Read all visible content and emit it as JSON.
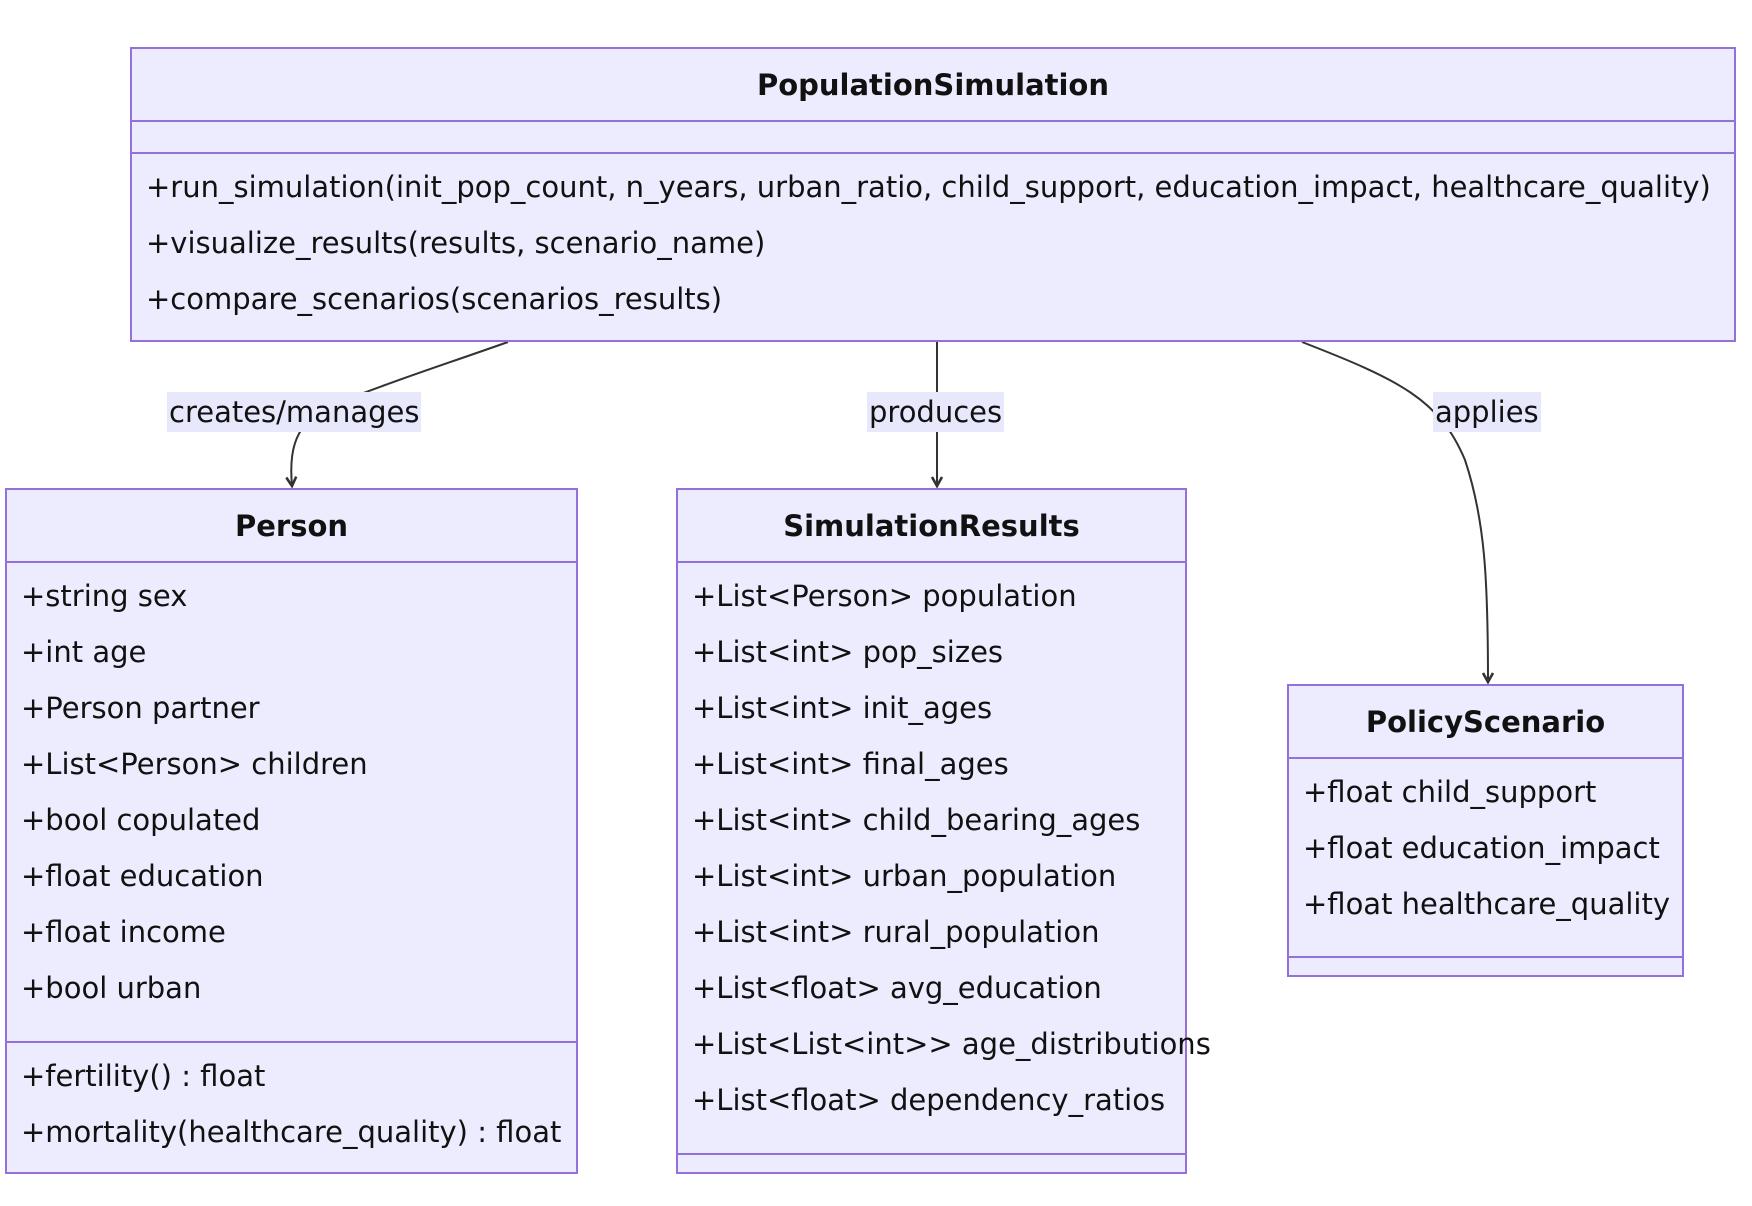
{
  "classes": {
    "population_simulation": {
      "name": "PopulationSimulation",
      "attributes": [],
      "methods": [
        "+run_simulation(init_pop_count, n_years, urban_ratio, child_support, education_impact, healthcare_quality)",
        "+visualize_results(results, scenario_name)",
        "+compare_scenarios(scenarios_results)"
      ]
    },
    "person": {
      "name": "Person",
      "attributes": [
        "+string sex",
        "+int age",
        "+Person partner",
        "+List<Person> children",
        "+bool copulated",
        "+float education",
        "+float income",
        "+bool urban"
      ],
      "methods": [
        "+fertility() : float",
        "+mortality(healthcare_quality) : float"
      ]
    },
    "simulation_results": {
      "name": "SimulationResults",
      "attributes": [
        "+List<Person> population",
        "+List<int> pop_sizes",
        "+List<int> init_ages",
        "+List<int> final_ages",
        "+List<int> child_bearing_ages",
        "+List<int> urban_population",
        "+List<int> rural_population",
        "+List<float> avg_education",
        "+List<List<int>> age_distributions",
        "+List<float> dependency_ratios"
      ],
      "methods": []
    },
    "policy_scenario": {
      "name": "PolicyScenario",
      "attributes": [
        "+float child_support",
        "+float education_impact",
        "+float healthcare_quality"
      ],
      "methods": []
    }
  },
  "relations": [
    {
      "from": "PopulationSimulation",
      "to": "Person",
      "label": "creates/manages"
    },
    {
      "from": "PopulationSimulation",
      "to": "SimulationResults",
      "label": "produces"
    },
    {
      "from": "PopulationSimulation",
      "to": "PolicyScenario",
      "label": "applies"
    }
  ],
  "colors": {
    "box_fill": "#ececfe",
    "box_border": "#9370db",
    "edge": "#333333",
    "label_bg": "#e8e8fc"
  }
}
